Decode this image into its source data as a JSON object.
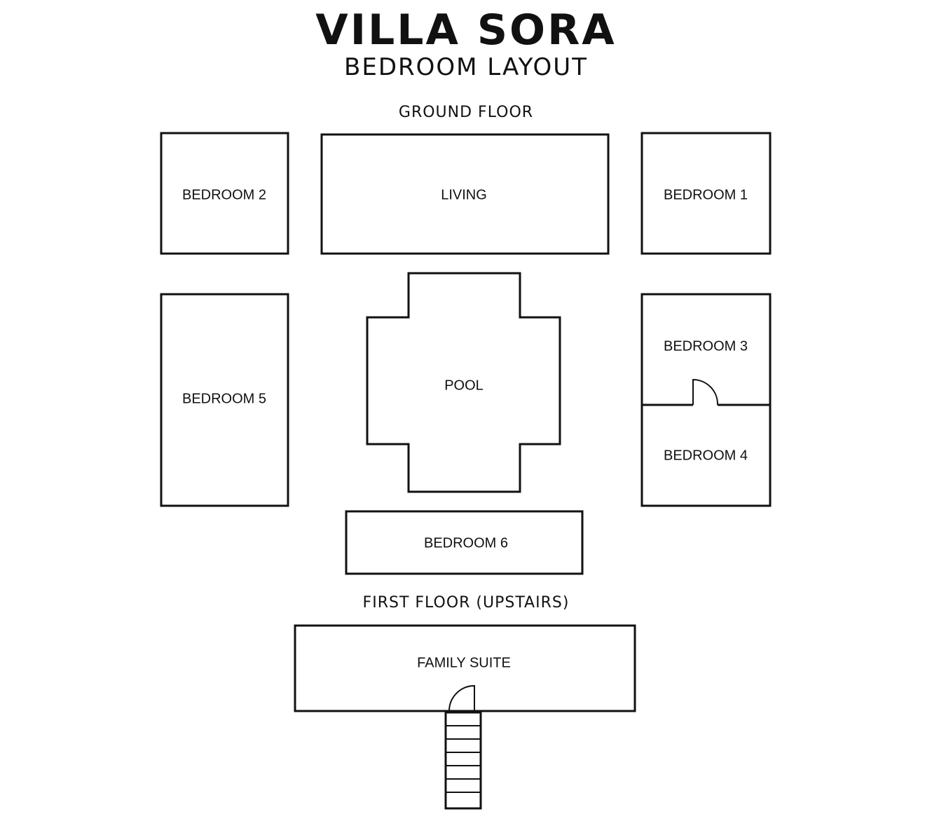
{
  "header": {
    "title": "VILLA SORA",
    "subtitle": "BEDROOM LAYOUT"
  },
  "floors": {
    "ground": {
      "label": "GROUND FLOOR",
      "rooms": {
        "bedroom_2": "BEDROOM 2",
        "living": "LIVING",
        "bedroom_1": "BEDROOM 1",
        "bedroom_5": "BEDROOM 5",
        "pool": "POOL",
        "bedroom_3": "BEDROOM 3",
        "bedroom_4": "BEDROOM 4",
        "bedroom_6": "BEDROOM 6"
      }
    },
    "first": {
      "label": "FIRST FLOOR (UPSTAIRS)",
      "rooms": {
        "family_suite": "FAMILY SUITE"
      }
    }
  },
  "colors": {
    "line": "#111111",
    "background": "#ffffff"
  }
}
